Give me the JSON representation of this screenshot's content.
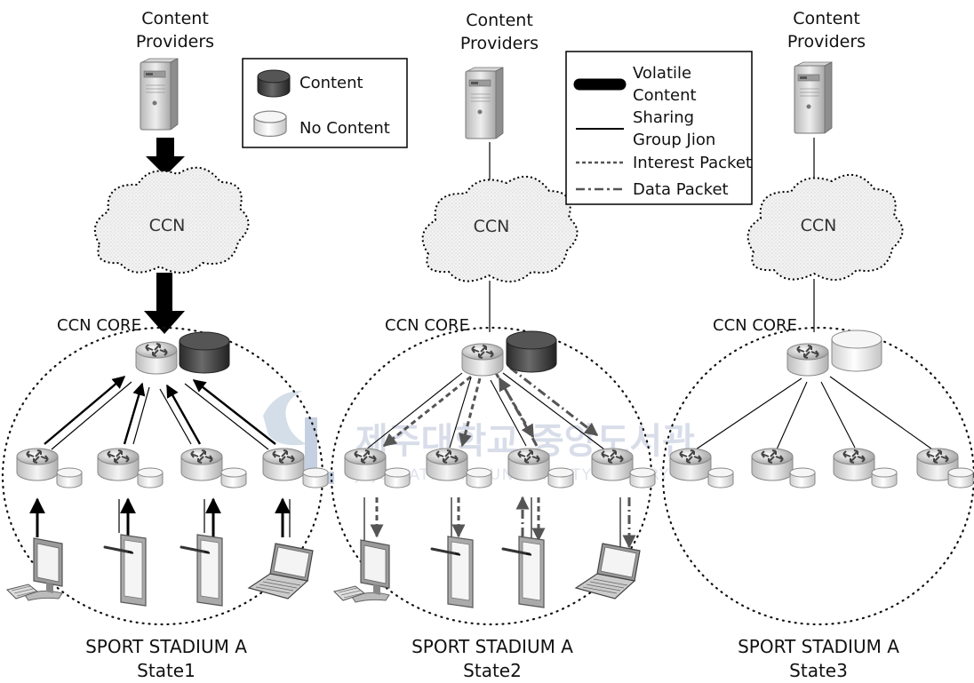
{
  "panels": [
    {
      "provider_label_line1": "Content",
      "provider_label_line2": "Providers",
      "cloud_label": "CCN",
      "core_label": "CCN CORE",
      "stadium_label": "SPORT STADIUM A",
      "state_label": "State1"
    },
    {
      "provider_label_line1": "Content",
      "provider_label_line2": "Providers",
      "cloud_label": "CCN",
      "core_label": "CCN CORE",
      "stadium_label": "SPORT STADIUM A",
      "state_label": "State2"
    },
    {
      "provider_label_line1": "Content",
      "provider_label_line2": "Providers",
      "cloud_label": "CCN",
      "core_label": "CCN CORE",
      "stadium_label": "SPORT STADIUM A",
      "state_label": "State3"
    }
  ],
  "legend_content": {
    "content_label": "Content",
    "no_content_label": "No Content"
  },
  "legend_links": {
    "volatile_line1": "Volatile",
    "volatile_line2": "Content",
    "sharing_line1": "Sharing",
    "sharing_line2": "Group Jion",
    "interest_label": "Interest Packet",
    "data_label": "Data Packet"
  },
  "watermark": {
    "korean_text": "제주대학교 중앙도서관",
    "english_text": "JEJU NATIONAL UNIVERSITY LIBRARY"
  },
  "colors": {
    "content_cache": "#3f3f3f",
    "no_content_cache": "#e8e8e8",
    "arrow_dark": "#000000",
    "packet_gray": "#555555",
    "watermark": "#c9d2e0"
  }
}
